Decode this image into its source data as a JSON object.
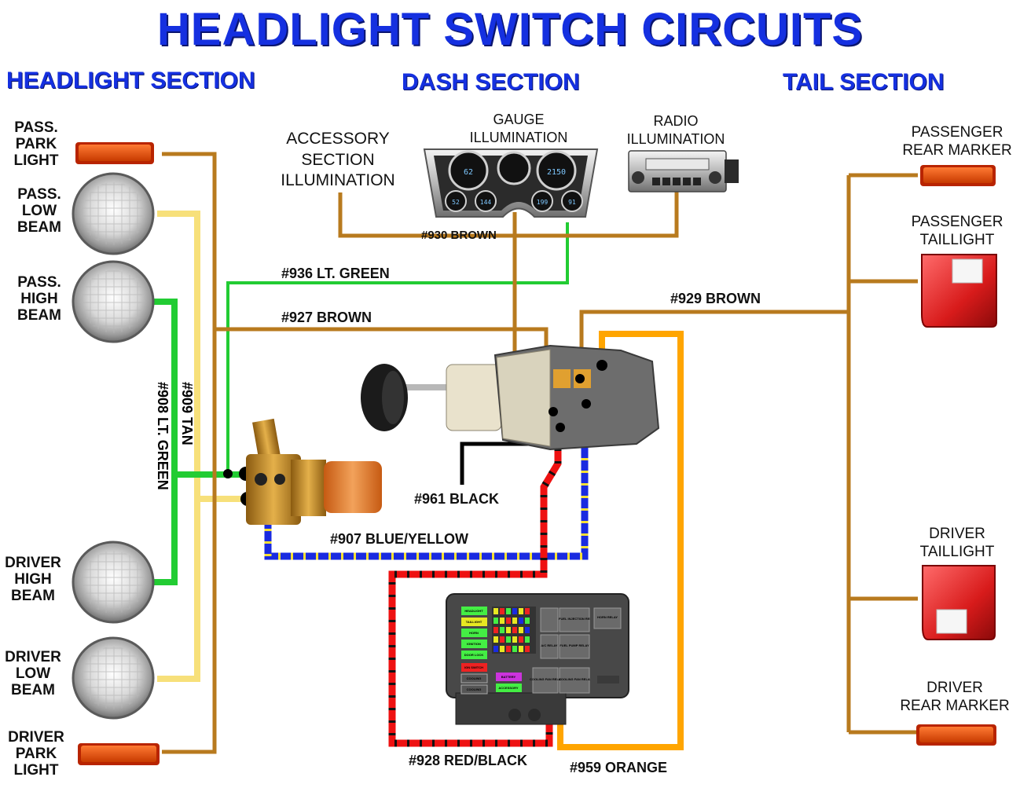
{
  "title": "HEADLIGHT SWITCH CIRCUITS",
  "sections": {
    "headlight": "HEADLIGHT SECTION",
    "dash": "DASH SECTION",
    "tail": "TAIL SECTION"
  },
  "components": {
    "pass_park_light": "PASS.\nPARK\nLIGHT",
    "pass_low_beam": "PASS.\nLOW\nBEAM",
    "pass_high_beam": "PASS.\nHIGH\nBEAM",
    "driver_high_beam": "DRIVER\nHIGH\nBEAM",
    "driver_low_beam": "DRIVER\nLOW\nBEAM",
    "driver_park_light": "DRIVER\nPARK\nLIGHT",
    "accessory_illumination": "ACCESSORY\nSECTION\nILLUMINATION",
    "gauge_illumination": "GAUGE\nILLUMINATION",
    "radio_illumination": "RADIO\nILLUMINATION",
    "passenger_rear_marker": "PASSENGER\nREAR MARKER",
    "passenger_taillight": "PASSENGER\nTAILLIGHT",
    "driver_taillight": "DRIVER\nTAILLIGHT",
    "driver_rear_marker": "DRIVER\nREAR MARKER"
  },
  "wires": {
    "w930": "#930 BROWN",
    "w936": "#936 LT. GREEN",
    "w927": "#927 BROWN",
    "w929": "#929 BROWN",
    "w961": "#961 BLACK",
    "w907": "#907 BLUE/YELLOW",
    "w928": "#928 RED/BLACK",
    "w959": "#959 ORANGE",
    "w908": "#908 LT. GREEN",
    "w909": "#909 TAN"
  },
  "fuse_box_labels": [
    "HEADLIGHT",
    "TAILLIGHT",
    "HORN",
    "IGNITION",
    "DOOR LOCK",
    "IGN SWITCH",
    "COOLING",
    "COOLING",
    "BATTERY",
    "ACCESSORY",
    "FUEL INJECTION RELAY",
    "FUEL PUMP RELAY",
    "A/C RELAY",
    "HORN RELAY",
    "COOLING FAN RELAY",
    "COOLING FAN RELAY"
  ],
  "gauge_readouts": [
    "62",
    "2150",
    "52",
    "144",
    "199",
    "91"
  ],
  "colors": {
    "title": "#1530e0",
    "brown_wire": "#b87a1e",
    "green_wire": "#22cc33",
    "tan_wire": "#f7e07a",
    "orange_wire": "#ffa500",
    "red_wire": "#ee1111",
    "blue_wire": "#1a2be0",
    "black_wire": "#000000"
  }
}
